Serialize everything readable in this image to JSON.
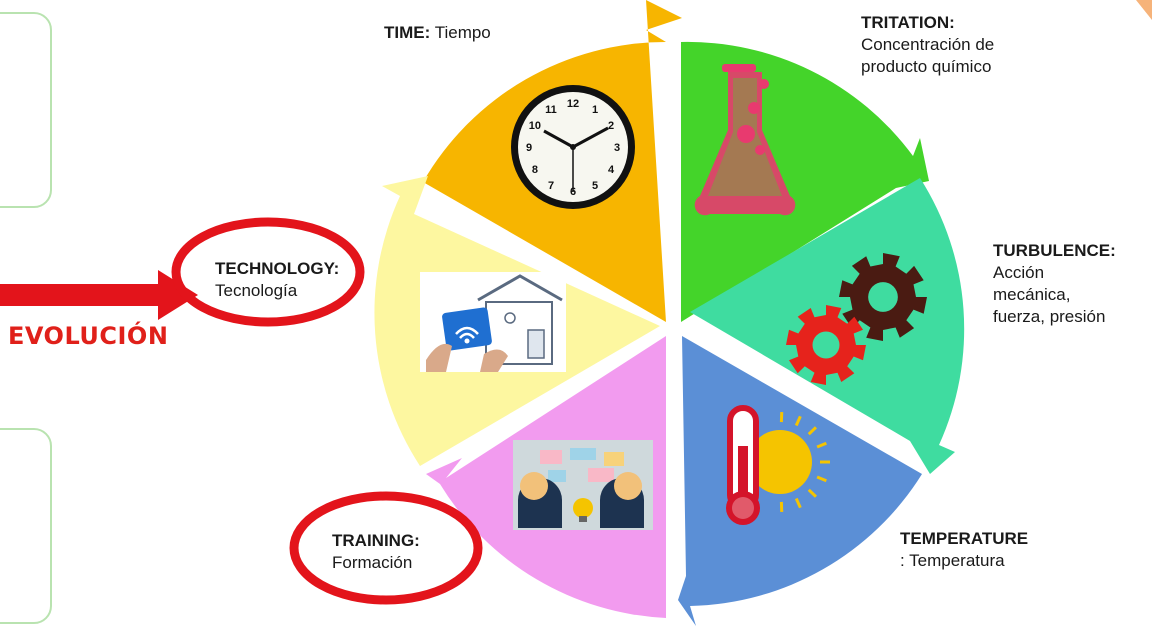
{
  "colors": {
    "time": "#f7b500",
    "titration": "#44d42a",
    "turbulence": "#3fdca0",
    "temperature": "#5b8fd6",
    "training": "#f29bef",
    "technology": "#fdf7a0",
    "highlight": "#e3141b"
  },
  "labels": {
    "time": {
      "title": "TIME:",
      "text": "Tiempo"
    },
    "titration": {
      "title": "TRITATION:",
      "line1": "Concentración de",
      "line2": "producto químico"
    },
    "turbulence": {
      "title": "TURBULENCE:",
      "line1": "Acción",
      "line2": "mecánica,",
      "line3": "fuerza, presión"
    },
    "temperature": {
      "title": "TEMPERATURE",
      "line1": ": Temperatura"
    },
    "training": {
      "title": "TRAINING:",
      "line1": "Formación"
    },
    "technology": {
      "title": "TECHNOLOGY:",
      "line1": "Tecnología"
    }
  },
  "evolution_label": "EVOLUCIÓN",
  "clock_numbers": [
    "12",
    "1",
    "2",
    "3",
    "4",
    "5",
    "6",
    "7",
    "8",
    "9",
    "10",
    "11"
  ],
  "icons": {
    "time": "clock-icon",
    "titration": "flask-icon",
    "turbulence": "gears-icon",
    "temperature": "thermometer-sun-icon",
    "training": "training-illustration-icon",
    "technology": "smart-home-tablet-icon"
  }
}
